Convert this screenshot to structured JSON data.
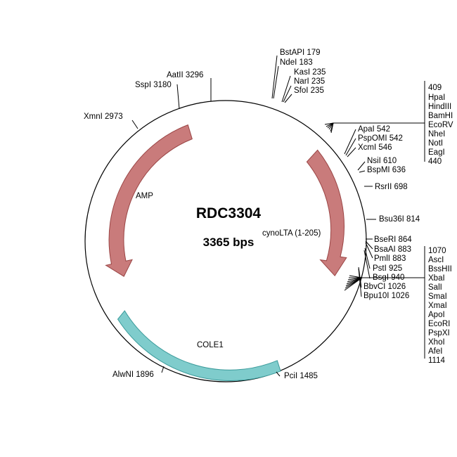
{
  "plasmid": {
    "name": "RDC3304",
    "size_label": "3365 bps",
    "length": 3365
  },
  "colors": {
    "backbone": "#000000",
    "amp_fill": "#c97b7b",
    "amp_stroke": "#9a4545",
    "cyno_fill": "#c97b7b",
    "ori_fill": "#7fcccc",
    "ori_stroke": "#3a9a9a"
  },
  "features": [
    {
      "id": "amp",
      "label": "AMP",
      "type": "arrow",
      "direction": "ccw"
    },
    {
      "id": "cyno",
      "label": "cynoLTA (1-205)",
      "type": "arrow",
      "direction": "cw"
    },
    {
      "id": "ori",
      "label": "COLE1",
      "type": "box"
    }
  ],
  "sites": {
    "xmni": "XmnI 2973",
    "sspi": "SspI 3180",
    "aatii": "AatII 3296",
    "bstapi": "BstAPI 179",
    "ndei": "NdeI 183",
    "kasi": "KasI 235",
    "nari": "NarI 235",
    "sfoi": "SfoI 235",
    "apai": "ApaI 542",
    "pspomi": "PspOMI 542",
    "xcmi": "XcmI 546",
    "nsii": "NsiI 610",
    "bspmi": "BspMI 636",
    "rsrii": "RsrII 698",
    "bsu36i": "Bsu36I 814",
    "bseri": "BseRI 864",
    "bsaai": "BsaAI 883",
    "pmli": "PmlI 883",
    "psti": "PstI 925",
    "bsgi": "BsgI 940",
    "bbvci": "BbvCI 1026",
    "bpu10i": "Bpu10I 1026",
    "pcii": "PciI 1485",
    "alwni": "AlwNI 1896"
  },
  "mcs1": [
    "409",
    "HpaI",
    "HindIII",
    "BamHI",
    "EcoRV",
    "NheI",
    "NotI",
    "EagI",
    "440"
  ],
  "mcs2": [
    "1070",
    "AscI",
    "BssHII",
    "XbaI",
    "SalI",
    "SmaI",
    "XmaI",
    "ApoI",
    "EcoRI",
    "PspXI",
    "XhoI",
    "AfeI",
    "1114"
  ]
}
